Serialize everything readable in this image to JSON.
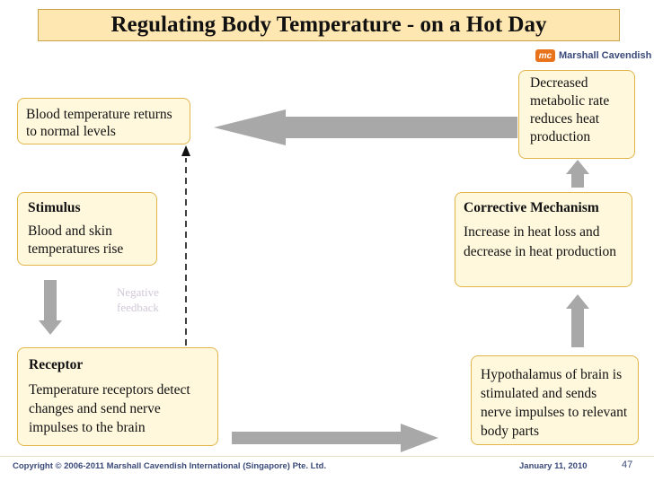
{
  "header": {
    "title": "Regulating Body Temperature - on a Hot Day"
  },
  "logo": {
    "mark": "mc",
    "text": "Marshall Cavendish"
  },
  "boxes": {
    "decreased": {
      "text": "Decreased metabolic rate reduces heat production"
    },
    "normal": {
      "text": "Blood temperature returns to normal levels"
    },
    "stimulus": {
      "heading": "Stimulus",
      "text": "Blood and skin temperatures rise"
    },
    "corrective": {
      "heading": "Corrective Mechanism",
      "text": "Increase in heat loss and decrease in heat production"
    },
    "receptor": {
      "heading": "Receptor",
      "text": "Temperature receptors detect changes and send nerve impulses to the brain"
    },
    "hypothalamus": {
      "text": "Hypothalamus of brain is stimulated and sends nerve impulses to relevant body parts"
    }
  },
  "labels": {
    "negative_feedback": "Negative feedback"
  },
  "footer": {
    "copyright": "Copyright © 2006-2011 Marshall Cavendish International (Singapore) Pte. Ltd.",
    "date": "January 11, 2010",
    "page": "47"
  },
  "colors": {
    "box_fill": "#fff8dd",
    "box_border": "#e2b54a",
    "arrow": "#a8a8a8",
    "title_bg": "#fee7b1"
  }
}
